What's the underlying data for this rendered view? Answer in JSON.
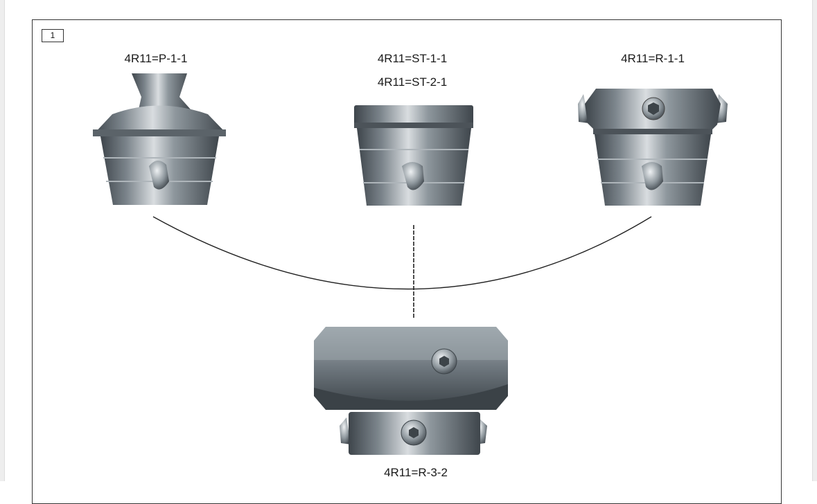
{
  "figure": {
    "number": "1",
    "parts": {
      "top_left": "4R11=P-1-1",
      "top_center_line1": "4R11=ST-1-1",
      "top_center_line2": "4R11=ST-2-1",
      "top_right": "4R11=R-1-1",
      "bottom_center": "4R11=R-3-2"
    }
  },
  "colors": {
    "frame": "#333333",
    "metal_dark": "#4a5157",
    "metal_mid": "#8a9298",
    "metal_light": "#d6dadd"
  }
}
